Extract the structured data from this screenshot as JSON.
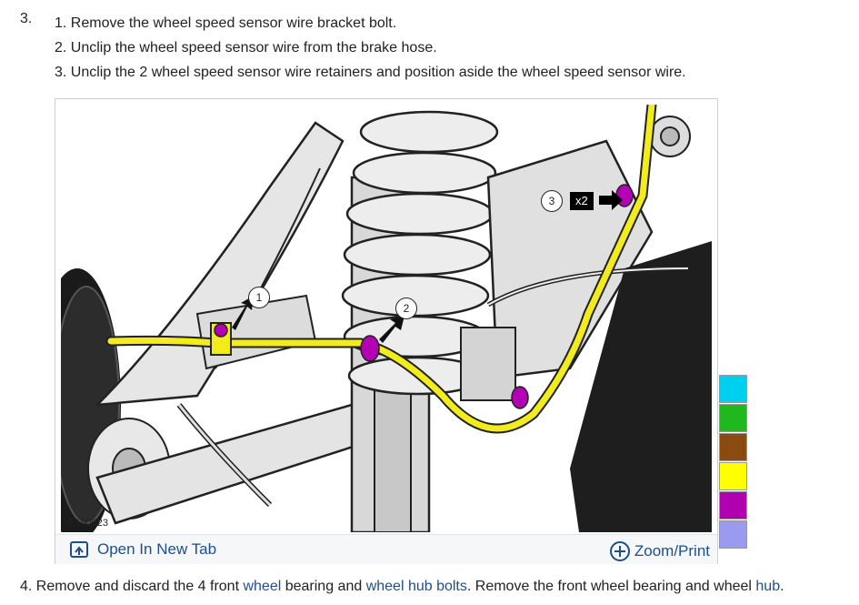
{
  "step": {
    "number": "3.",
    "substeps": [
      "1. Remove the wheel speed sensor wire bracket bolt.",
      "2. Unclip the wheel speed sensor wire from the brake hose.",
      "3. Unclip the 2 wheel speed sensor wire retainers and position aside the wheel speed sensor wire."
    ]
  },
  "figure": {
    "id": "E190023",
    "callouts": [
      "1",
      "2",
      "3"
    ],
    "multiplier": "x2",
    "open_tab_label": "Open In New Tab",
    "zoom_label": "Zoom/Print"
  },
  "swatches": [
    "#00d0f0",
    "#1fb81f",
    "#8b4a0f",
    "#ffff00",
    "#b000b0",
    "#9a9af0"
  ],
  "next_step": {
    "t1": "4. Remove and discard the 4 front ",
    "link1": "wheel",
    "t2": " bearing and ",
    "link2": "wheel hub bolts",
    "t3": ". Remove the front wheel bearing and wheel ",
    "link3": "hub",
    "t4": "."
  },
  "colors": {
    "wire": "#f2ec1c",
    "clip": "#b400b4",
    "link": "#1f4e8c"
  },
  "icons": [
    "open-in-new-tab-icon",
    "zoom-plus-icon",
    "arrow-icon"
  ]
}
